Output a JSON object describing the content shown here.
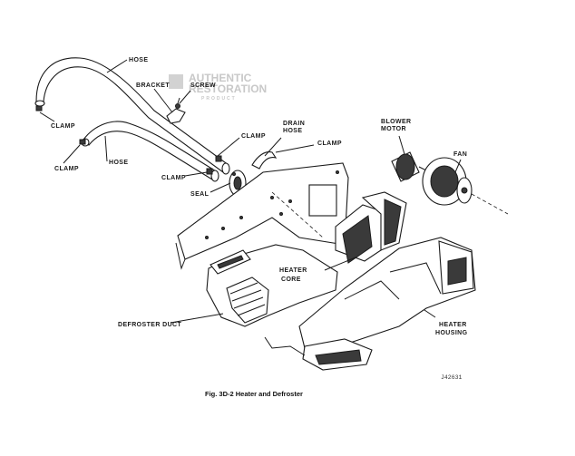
{
  "watermark": {
    "line1": "AUTHENTIC",
    "line2": "RESTORATION",
    "line3": "PRODUCT"
  },
  "labels": {
    "hose_top": "HOSE",
    "bracket": "BRACKET",
    "screw": "SCREW",
    "clamp_left_upper": "CLAMP",
    "clamp_left_lower": "CLAMP",
    "hose_lower": "HOSE",
    "clamp_mid_upper": "CLAMP",
    "clamp_mid_lower": "CLAMP",
    "seal": "SEAL",
    "drain_hose": "DRAIN HOSE",
    "clamp_right": "CLAMP",
    "blower_motor": "BLOWER MOTOR",
    "fan": "FAN",
    "heater_core": "HEATER CORE",
    "defroster_duct": "DEFROSTER DUCT",
    "heater_housing": "HEATER HOUSING"
  },
  "figure_code": "J42631",
  "caption": "Fig. 3D-2   Heater and Defroster"
}
